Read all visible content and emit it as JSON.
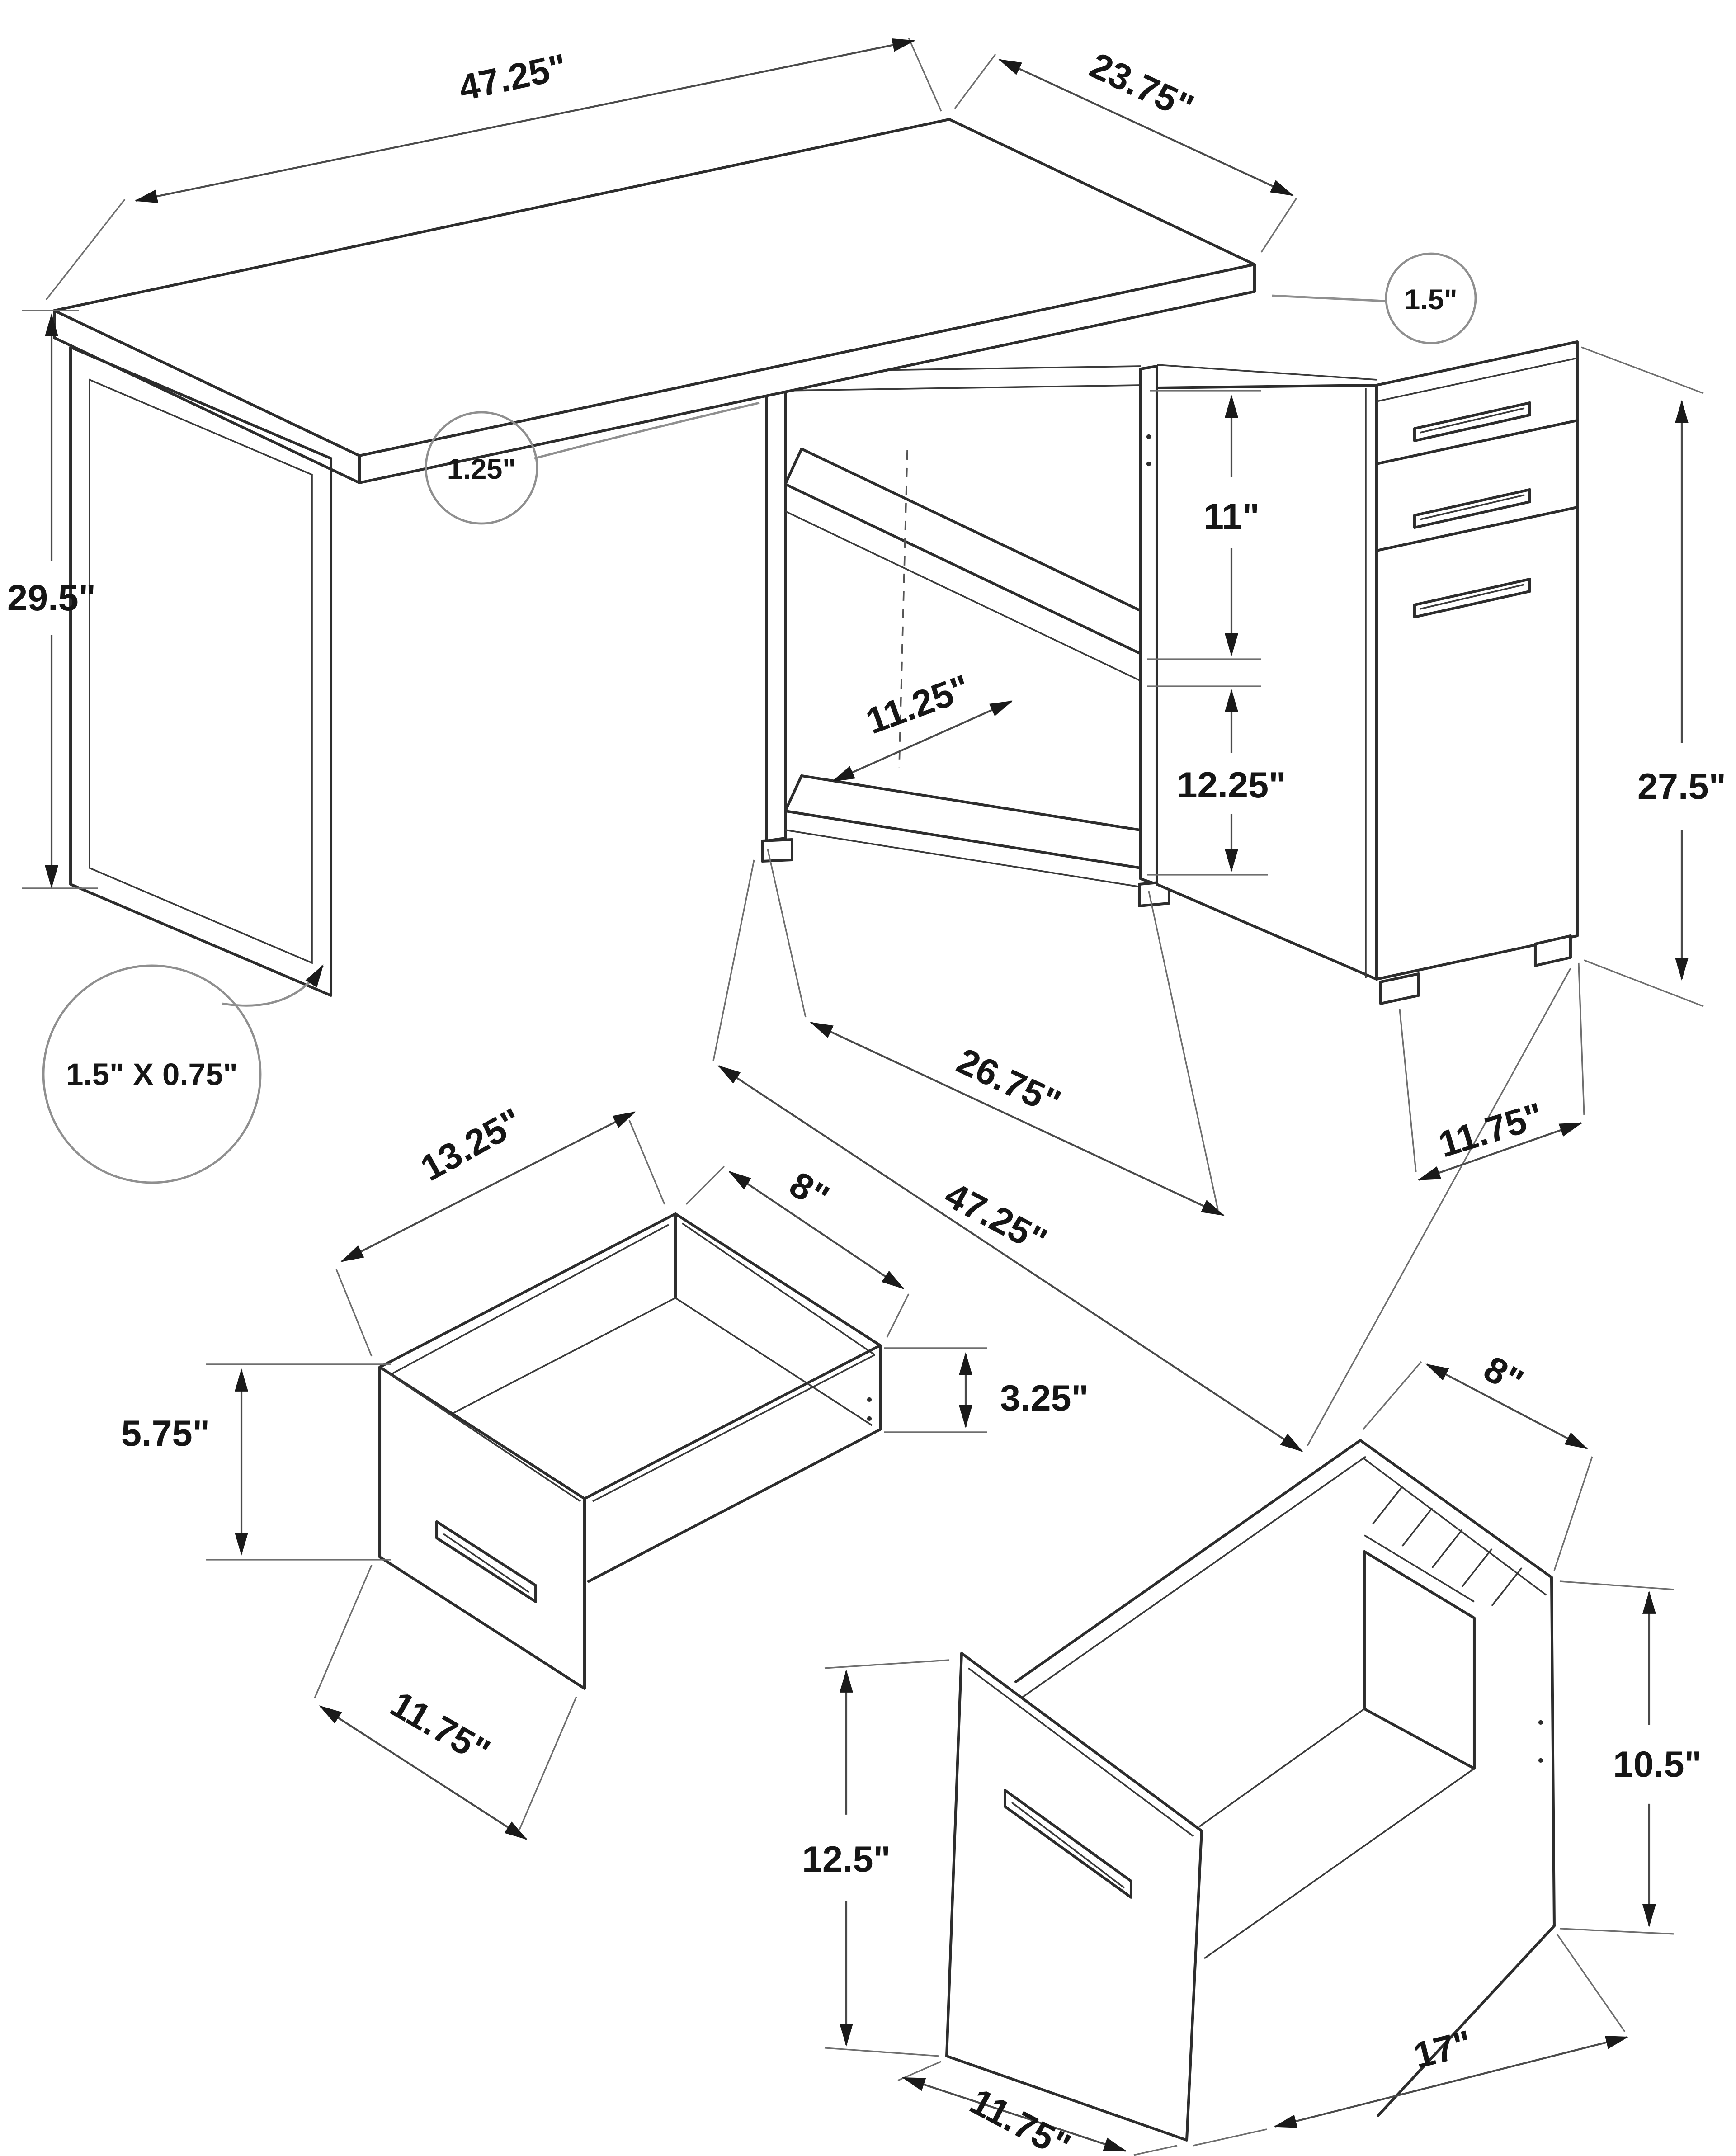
{
  "figure": {
    "type": "furniture dimension line diagram",
    "subject": "L-shaped corner computer desk with shelves and 3-drawer pedestal, plus two exploded drawer boxes",
    "units": "inches"
  },
  "labels": {
    "main": {
      "top_length": "47.25\"",
      "top_depth": "23.75\"",
      "desktop_thickness_callout": "1.5\"",
      "desk_height": "29.5\"",
      "panel_thickness_callout": "1.25\"",
      "shelf_depth": "11.25\"",
      "upper_opening_height": "11\"",
      "lower_opening_height": "12.25\"",
      "cabinet_height": "27.5\"",
      "shelf_span": "26.75\"",
      "return_length": "47.25\"",
      "cabinet_depth": "11.75\"",
      "leg_tube_callout": "1.5\" X 0.75\""
    },
    "small": {
      "length": "13.25\"",
      "width": "8\"",
      "side_height": "3.25\"",
      "front_height": "5.75\"",
      "front_width": "11.75\""
    },
    "large": {
      "width": "8\"",
      "back_height": "10.5\"",
      "front_height": "12.5\"",
      "depth": "17\"",
      "front_width": "11.75\""
    }
  },
  "colors": {
    "background": "#ffffff",
    "structure_line": "#2d2d2d",
    "dimension_line": "#4a4a4a",
    "callout_circle": "#8f8f8f",
    "text": "#161616"
  }
}
